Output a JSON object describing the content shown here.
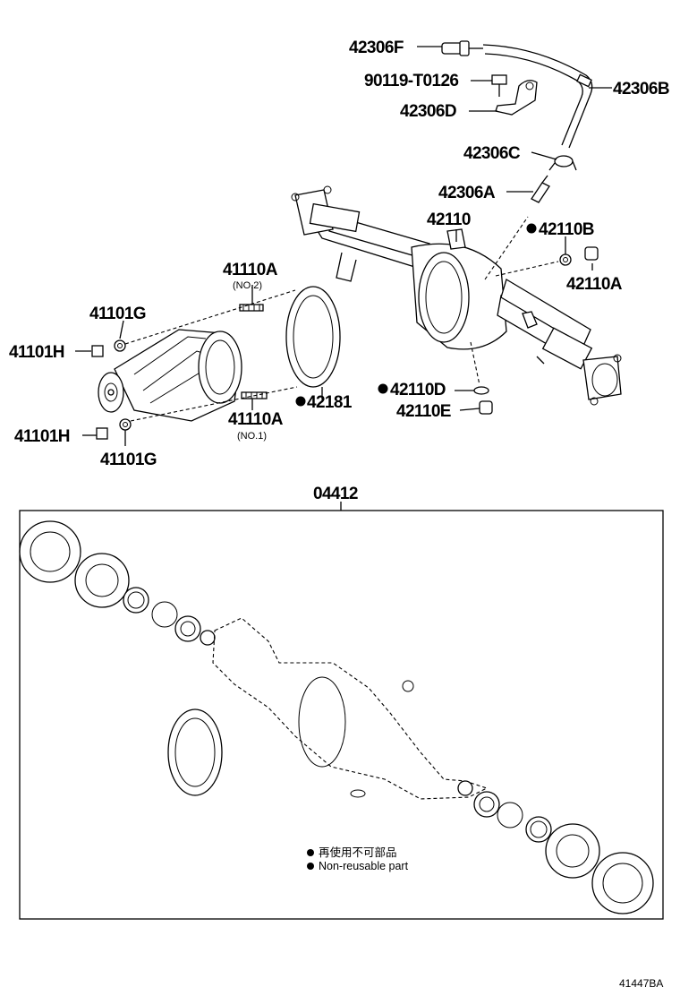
{
  "parts": {
    "p42306F": "42306F",
    "p90119": "90119-T0126",
    "p42306B": "42306B",
    "p42306D": "42306D",
    "p42306C": "42306C",
    "p42306A": "42306A",
    "p42110": "42110",
    "p42110B": "42110B",
    "p42110A": "42110A",
    "p41110A_top": "41110A",
    "no2": "(NO.2)",
    "p41101G_top": "41101G",
    "p41101H_top": "41101H",
    "p42181": "42181",
    "p42110D": "42110D",
    "p42110E": "42110E",
    "p41110A_bot": "41110A",
    "no1": "(NO.1)",
    "p41101H_bot": "41101H",
    "p41101G_bot": "41101G",
    "p04412": "04412"
  },
  "legend": {
    "chinese": "再使用不可部品",
    "english": "Non-reusable part"
  },
  "figure_id": "41447BA"
}
